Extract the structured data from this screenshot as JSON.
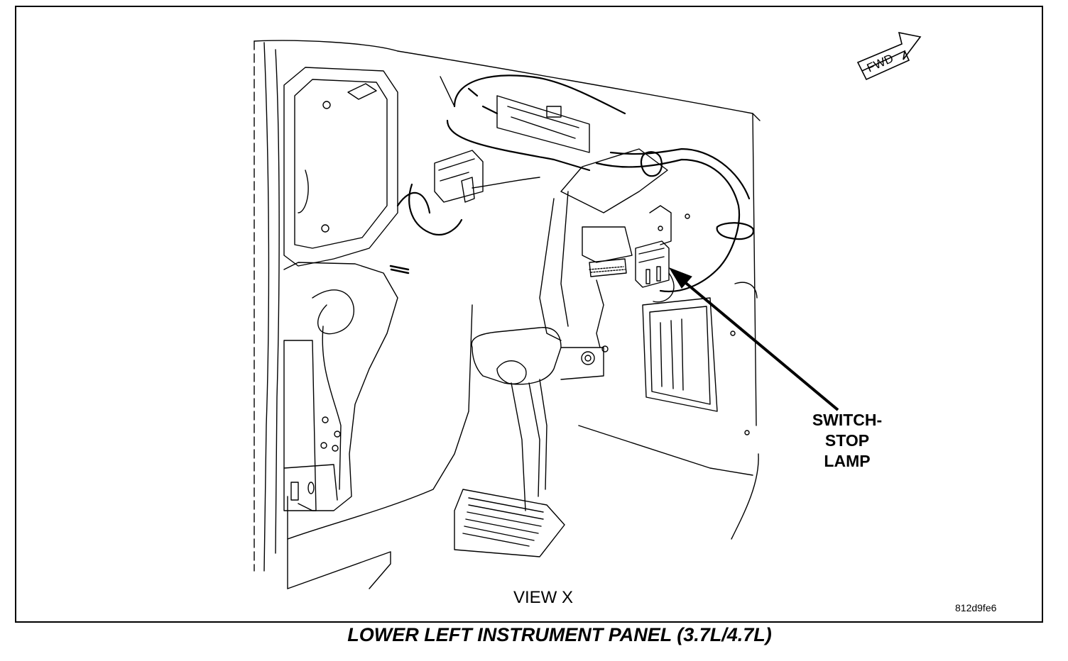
{
  "figure": {
    "title": "LOWER LEFT INSTRUMENT PANEL (3.7L/4.7L)",
    "view_label": "VIEW X",
    "figure_code": "812d9fe6",
    "direction_arrow_label": "FWD",
    "callout": {
      "lines": [
        "SWITCH-",
        "STOP",
        "LAMP"
      ]
    },
    "colors": {
      "line": "#000000",
      "background": "#ffffff"
    }
  }
}
